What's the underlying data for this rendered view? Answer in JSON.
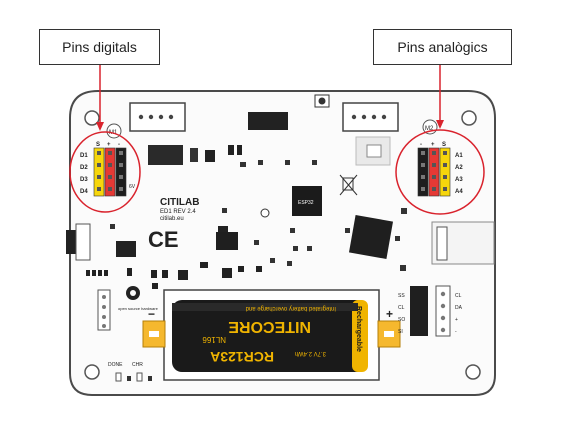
{
  "callouts": {
    "digital": "Pins digitals",
    "analog": "Pins analògics"
  },
  "board": {
    "brand": "CITILAB",
    "revision": "ED1 REV 2.4",
    "website": "citilab.eu",
    "ce_mark": "CE",
    "chip_label": "ESP32",
    "m1_label": "M1",
    "m2_label": "M2",
    "pin_header": [
      "S",
      "+",
      "-"
    ],
    "pin_header_right": [
      "-",
      "+",
      "S"
    ],
    "digital_pins": [
      "D1",
      "D2",
      "D3",
      "D4"
    ],
    "analog_pins": [
      "A1",
      "A2",
      "A3",
      "A4"
    ],
    "voltage_label": "6V",
    "i2c_pins": [
      "SS",
      "CL",
      "SO",
      "SI"
    ],
    "i2c_labels": [
      "CL",
      "DA",
      "+",
      "-"
    ],
    "led_labels": [
      "DONE",
      "CHR"
    ],
    "open_hardware_text": "open source hardware",
    "plus_sign": "+",
    "minus_sign": "−"
  },
  "battery": {
    "brand": "NITECORE",
    "model": "RCR123A",
    "capacity": "3.7V 2.4Wh",
    "code": "NL166",
    "rechargeable": "Rechargeable",
    "note": "Integrated battery overcharge and"
  },
  "colors": {
    "board": "#fbfbfb",
    "outline": "#4a4a4a",
    "callout_circle": "#d9232d",
    "arrow": "#d9232d",
    "pin_red": "#e53935",
    "pin_yellow": "#f6d60c",
    "pin_black": "#1e1e1e",
    "battery_body": "#1a1a1a",
    "battery_gold": "#f0b400",
    "holder": "#f5b82e"
  }
}
